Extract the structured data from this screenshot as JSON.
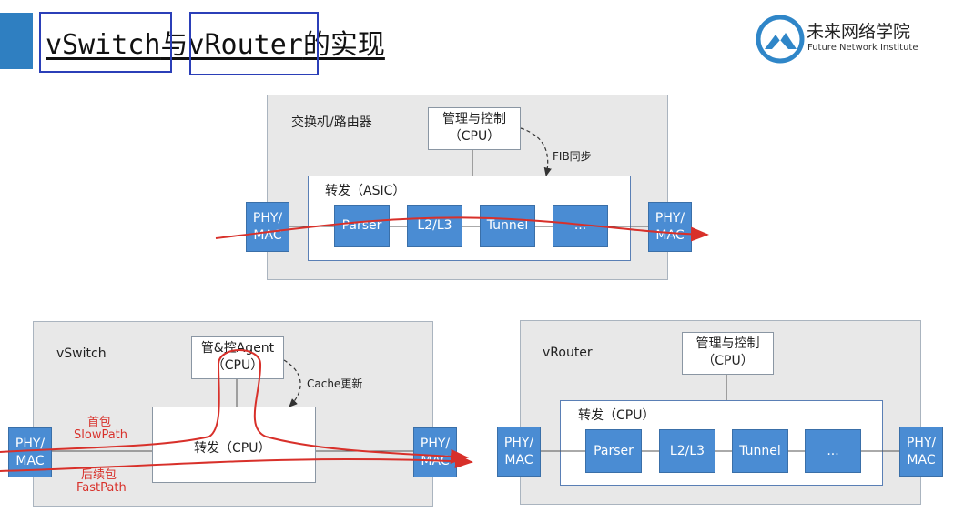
{
  "title": {
    "part1": "vSwitch",
    "part2": "与",
    "part3": "vRouter",
    "part4": "的实现"
  },
  "logo": {
    "name_cn": "未来网络学院",
    "name_en": "Future Network Institute"
  },
  "top_panel": {
    "label": "交换机/路由器",
    "mgmt": {
      "line1": "管理与控制",
      "line2": "（CPU）"
    },
    "sync_label": "FIB同步",
    "forward_label": "转发（ASIC）",
    "stages": [
      "Parser",
      "L2/L3",
      "Tunnel",
      "..."
    ],
    "phy_left": "PHY/ MAC",
    "phy_right": "PHY/ MAC"
  },
  "vswitch_panel": {
    "label": "vSwitch",
    "agent": {
      "line1": "管&控Agent",
      "line2": "（CPU）"
    },
    "cache_label": "Cache更新",
    "forward_label": "转发（CPU）",
    "first_packet": "首包",
    "slow_path": "SlowPath",
    "subsequent": "后续包",
    "fast_path": "FastPath",
    "phy_left": "PHY/ MAC",
    "phy_right": "PHY/ MAC"
  },
  "vrouter_panel": {
    "label": "vRouter",
    "mgmt": {
      "line1": "管理与控制",
      "line2": "（CPU）"
    },
    "forward_label": "转发（CPU）",
    "stages": [
      "Parser",
      "L2/L3",
      "Tunnel",
      "..."
    ],
    "phy_left": "PHY/ MAC",
    "phy_right": "PHY/ MAC"
  },
  "colors": {
    "accent": "#2f7fc1",
    "box_blue": "#4a8cd3",
    "flow_red": "#d8302a",
    "panel_gray": "#e8e8e8",
    "highlight": "#2b3fb8"
  }
}
